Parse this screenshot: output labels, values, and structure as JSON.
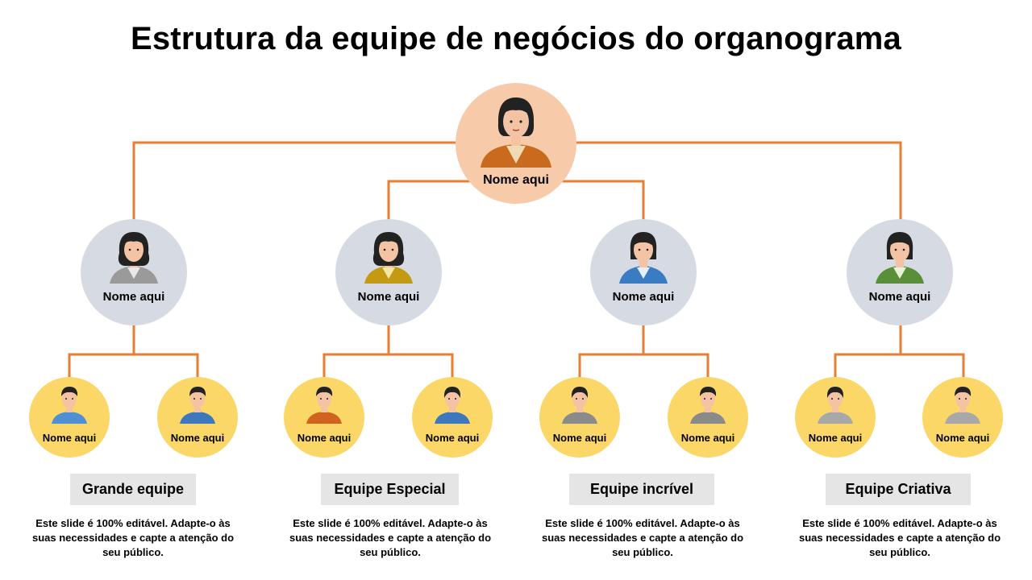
{
  "title": "Estrutura da equipe de negócios do organograma",
  "colors": {
    "connector": "#e67e34",
    "top_circle": "#f7cbaa",
    "mid_circle": "#d6dae3",
    "leaf_circle": "#fbd768",
    "team_box": "#e5e5e5"
  },
  "top": {
    "label": "Nome aqui",
    "avatar": "woman-orange-jacket"
  },
  "managers": [
    {
      "label": "Nome aqui",
      "avatar": "woman-gray-jacket"
    },
    {
      "label": "Nome aqui",
      "avatar": "woman-mustard-jacket"
    },
    {
      "label": "Nome aqui",
      "avatar": "woman-blue-jacket"
    },
    {
      "label": "Nome aqui",
      "avatar": "woman-green-jacket"
    }
  ],
  "members": [
    {
      "label": "Nome aqui",
      "avatar": "man-blue-shirt"
    },
    {
      "label": "Nome aqui",
      "avatar": "man-blue-shirt"
    },
    {
      "label": "Nome aqui",
      "avatar": "man-orange-shirt"
    },
    {
      "label": "Nome aqui",
      "avatar": "man-blue-shirt"
    },
    {
      "label": "Nome aqui",
      "avatar": "man-gray-shirt"
    },
    {
      "label": "Nome aqui",
      "avatar": "man-gray-shirt"
    },
    {
      "label": "Nome aqui",
      "avatar": "man-gray-shirt"
    },
    {
      "label": "Nome aqui",
      "avatar": "man-gray-shirt"
    }
  ],
  "teams": [
    {
      "name": "Grande equipe",
      "description": "Este slide é 100% editável. Adapte-o às suas necessidades e capte a atenção do seu público."
    },
    {
      "name": "Equipe Especial",
      "description": "Este slide é 100% editável. Adapte-o às suas necessidades e capte a atenção do seu público."
    },
    {
      "name": "Equipe incrível",
      "description": "Este slide é 100% editável. Adapte-o às suas necessidades e capte a atenção do seu público."
    },
    {
      "name": "Equipe Criativa",
      "description": "Este slide é 100% editável. Adapte-o às suas necessidades e capte a atenção do seu público."
    }
  ]
}
